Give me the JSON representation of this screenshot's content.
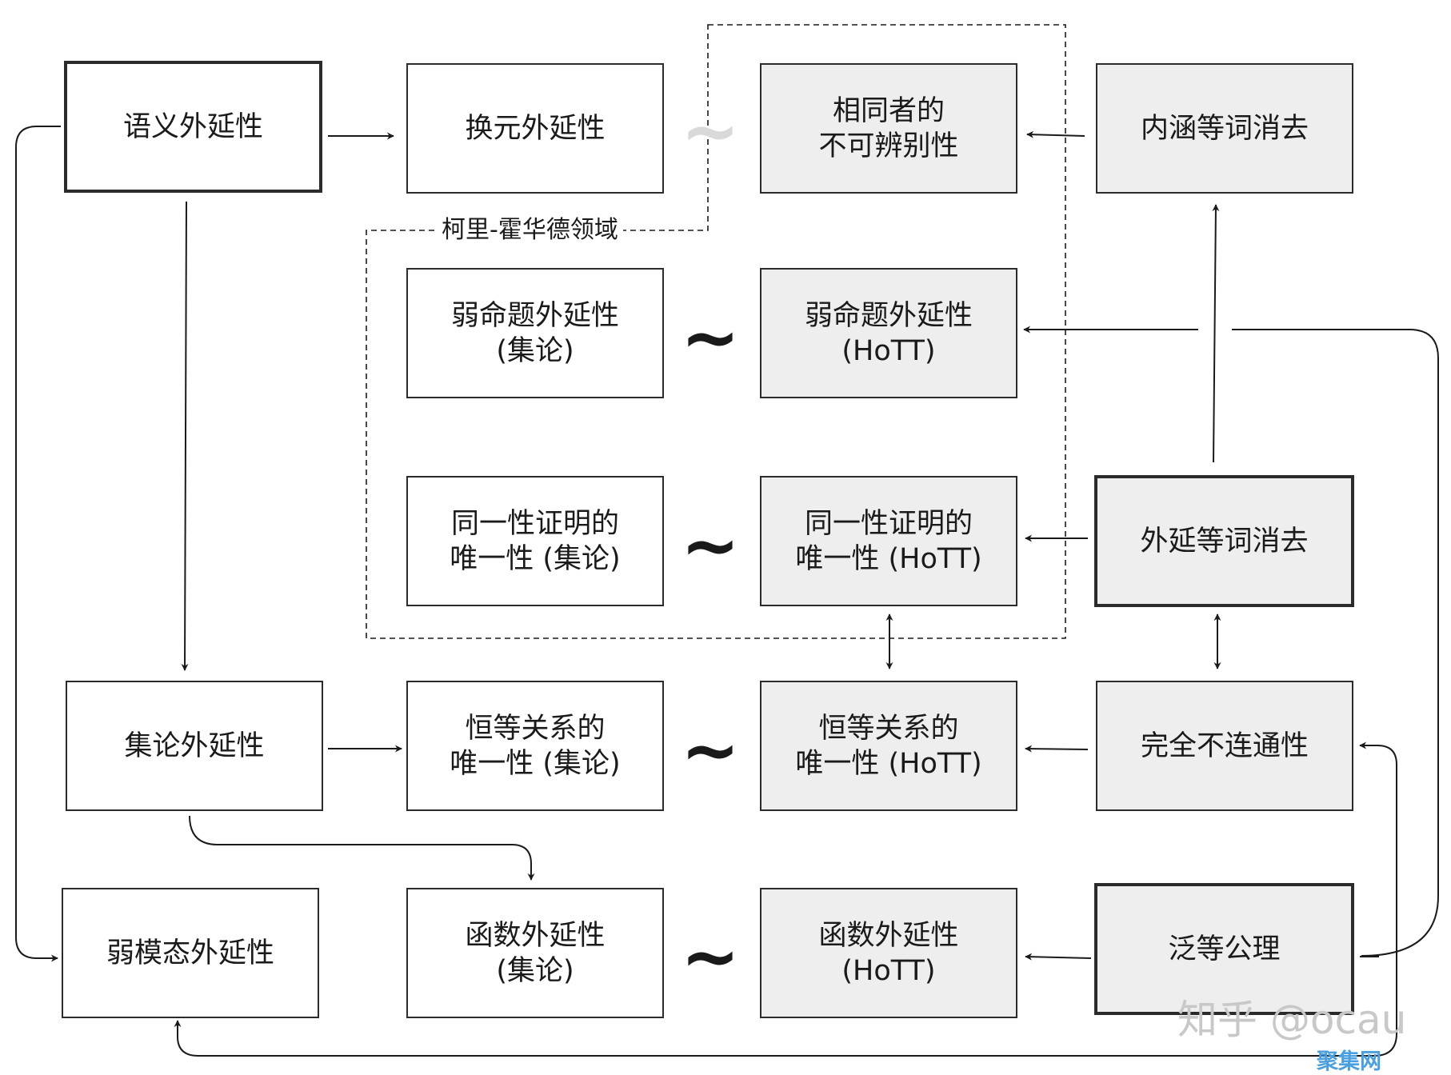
{
  "nodes": {
    "semantic": "语义外延性",
    "swap": "换元外延性",
    "indiscernibility": "相同者的\n不可辨别性",
    "intensional_elim": "内涵等词消去",
    "weak_prop_set": "弱命题外延性\n(集论)",
    "weak_prop_hott": "弱命题外延性\n(HoTT)",
    "uip_set": "同一性证明的\n唯一性 (集论)",
    "uip_hott": "同一性证明的\n唯一性 (HoTT)",
    "extensional_elim": "外延等词消去",
    "set_ext": "集论外延性",
    "uniq_id_set": "恒等关系的\n唯一性 (集论)",
    "uniq_id_hott": "恒等关系的\n唯一性 (HoTT)",
    "total_disconnect": "完全不连通性",
    "weak_modal": "弱模态外延性",
    "func_set": "函数外延性\n(集论)",
    "func_hott": "函数外延性\n(HoTT)",
    "univalence": "泛等公理"
  },
  "region_label": "柯里-霍华德领域",
  "tilde": "~",
  "watermark": "知乎 @ocau",
  "site_logo": "聚集网",
  "colors": {
    "stroke": "#2b2b2b",
    "gray_fill": "#eeeeee",
    "white_fill": "#ffffff"
  }
}
